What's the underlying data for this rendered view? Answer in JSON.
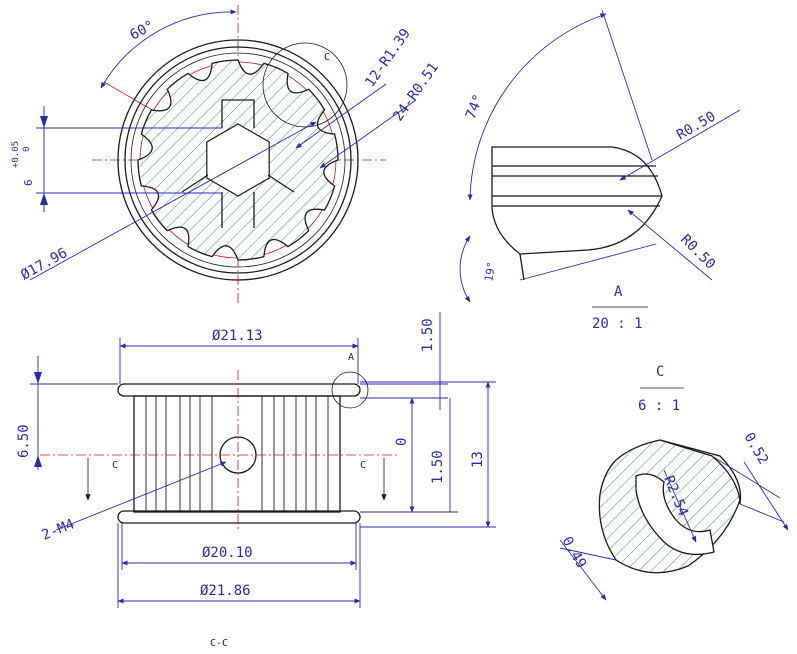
{
  "drawing_title": "",
  "colors": {
    "outline": "#1a1a1a",
    "dimension": "#2a2ab0",
    "centerline": "#d01818",
    "hatch": "#3a9a6a"
  },
  "top_view": {
    "angle_label": "60°",
    "detail_marker": "C",
    "teeth_label": "12-R1.39",
    "fillet_label": "24-R0.51",
    "tolerance_upper": "+0.05",
    "tolerance_lower": "0",
    "bore_label": "6",
    "diameter_label": "Ø17.96"
  },
  "detail_a": {
    "angle_top": "74°",
    "angle_bottom": "19°",
    "radius_top": "R0.50",
    "radius_bottom": "R0.50",
    "name": "A",
    "scale": "20 : 1"
  },
  "section_view": {
    "top_diameter": "Ø21.13",
    "flange_height": "1.50",
    "detail_marker": "A",
    "height_left": "6.50",
    "section_mark_left": "C",
    "section_mark_right": "C",
    "zero_label": "0",
    "mid_height": "1.50",
    "total_height": "13",
    "thread_label": "2-M4",
    "inner_diameter": "Ø20.10",
    "outer_diameter": "Ø21.86",
    "section_name": "C-C"
  },
  "detail_c": {
    "name": "C",
    "scale": "6 : 1",
    "thickness_top": "0.52",
    "radius": "R2.54",
    "thickness_bottom": "0.49"
  }
}
